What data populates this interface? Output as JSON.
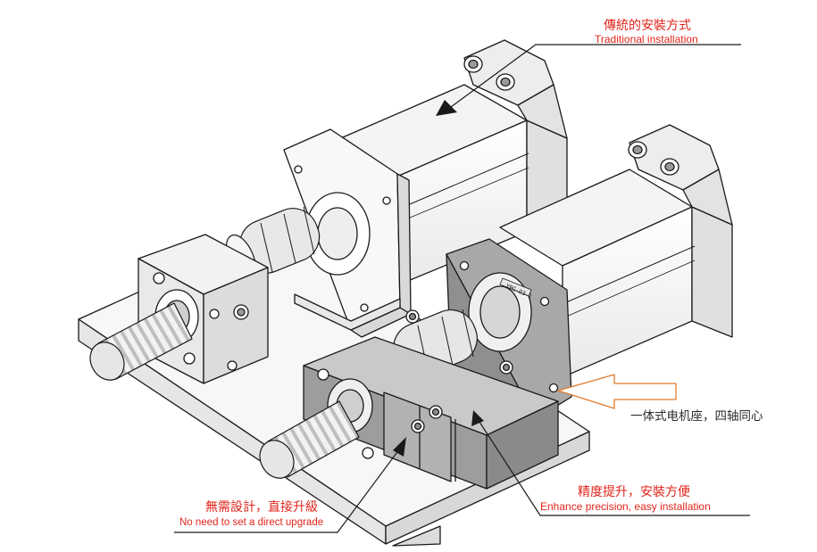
{
  "colors": {
    "annotation_red": "#e0241b",
    "annotation_dark": "#2b2b2b",
    "arrow_orange": "#e07a2b",
    "line": "#1a1a1a",
    "fill_light": "#f4f4f4",
    "fill_mid": "#d9d9d9",
    "fill_dark": "#9a9a9a"
  },
  "annotations": {
    "traditional": {
      "cn": "傳統的安裝方式",
      "en": "Traditional installation"
    },
    "integrated": {
      "cn": "一体式电机座，四轴同心"
    },
    "no_need": {
      "cn": "無需設計，直接升級",
      "en": "No need to set a direct upgrade"
    },
    "enhance": {
      "cn": "精度提升，安裝方便",
      "en": "Enhance precision, easy installation"
    }
  },
  "part_marking": "YBG-03-1"
}
